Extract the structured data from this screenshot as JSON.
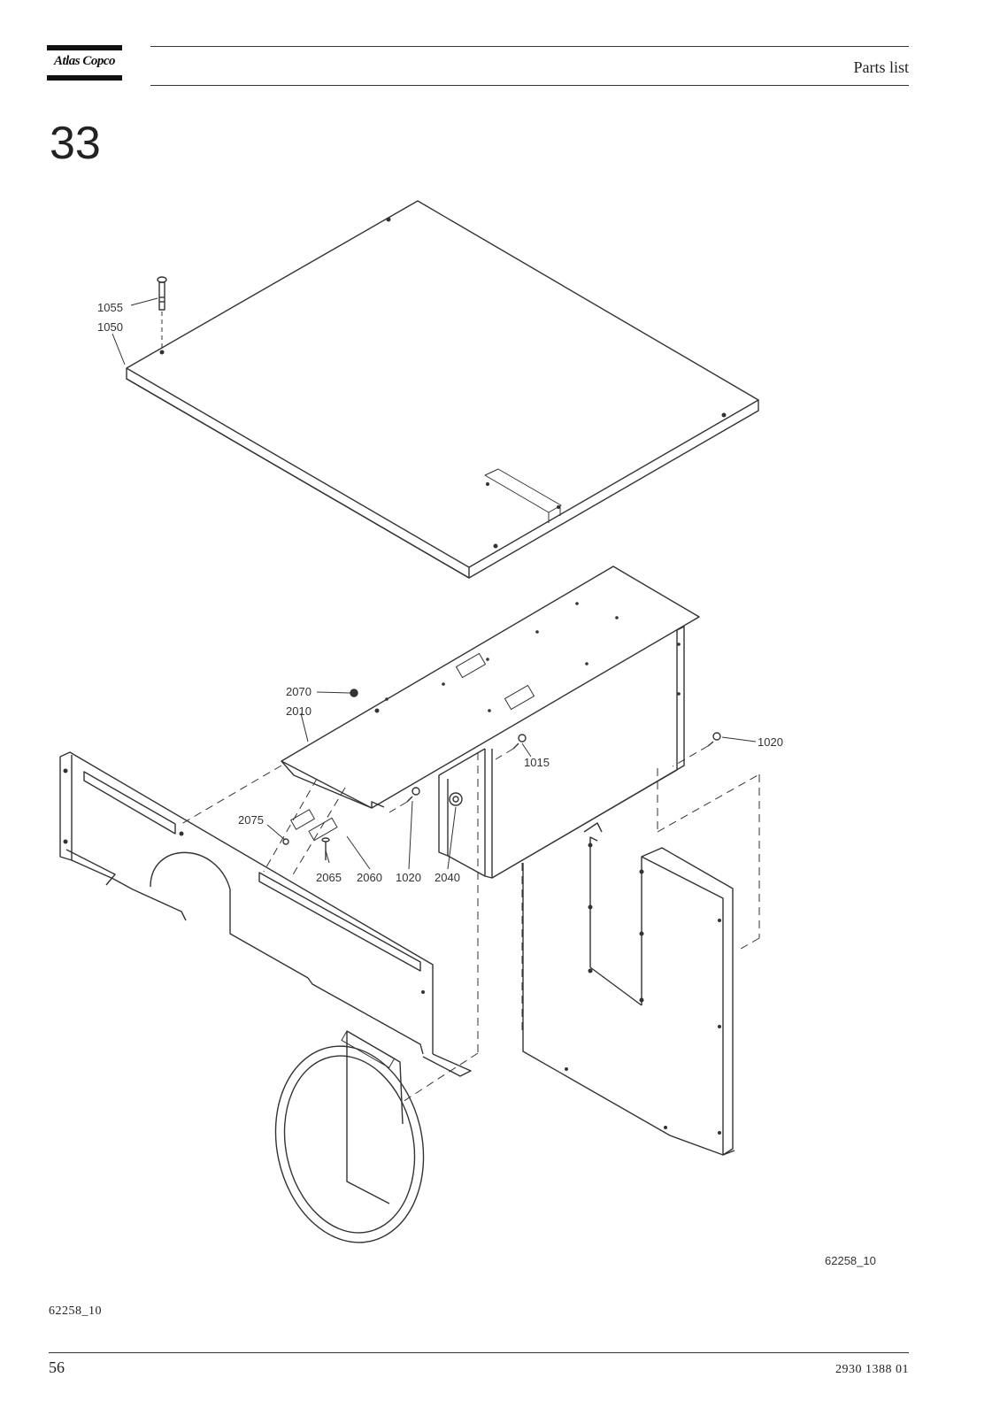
{
  "header": {
    "brand": "Atlas Copco",
    "title": "Parts list"
  },
  "section": {
    "number": "33"
  },
  "diagram": {
    "drawing_id": "62258_10",
    "callouts": [
      "1055",
      "1050",
      "2070",
      "2010",
      "1015",
      "1020",
      "2075",
      "2065",
      "2060",
      "1020",
      "2040"
    ]
  },
  "footer": {
    "figure_ref": "62258_10",
    "page": "56",
    "doc_number": "2930 1388 01"
  }
}
